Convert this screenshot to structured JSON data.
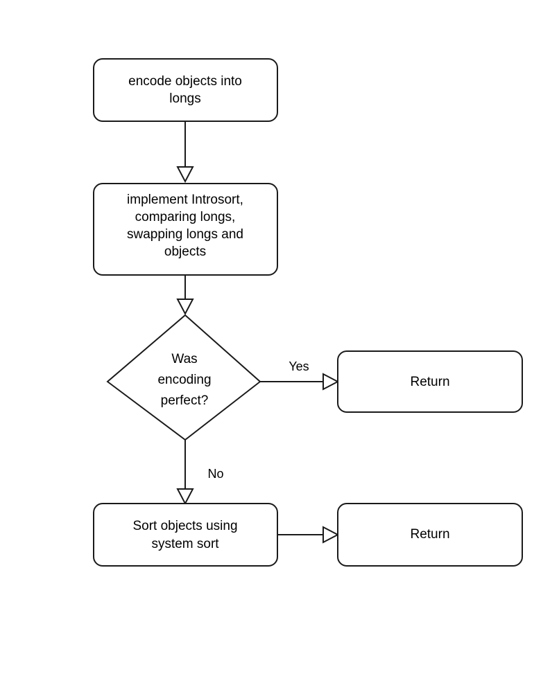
{
  "diagram": {
    "type": "flowchart",
    "background_color": "#ffffff",
    "stroke_color": "#1a1a1a",
    "text_color": "#000000",
    "nodes": [
      {
        "id": "encode",
        "shape": "rounded-rectangle",
        "lines": [
          "encode objects into",
          "longs"
        ]
      },
      {
        "id": "introsort",
        "shape": "rounded-rectangle",
        "lines": [
          "implement Introsort,",
          "comparing longs,",
          "swapping longs and",
          "objects"
        ]
      },
      {
        "id": "decision",
        "shape": "diamond",
        "lines": [
          "Was",
          "encoding",
          "perfect?"
        ]
      },
      {
        "id": "return-yes",
        "shape": "rounded-rectangle",
        "lines": [
          "Return"
        ]
      },
      {
        "id": "system-sort",
        "shape": "rounded-rectangle",
        "lines": [
          "Sort objects using",
          "system sort"
        ]
      },
      {
        "id": "return-no",
        "shape": "rounded-rectangle",
        "lines": [
          "Return"
        ]
      }
    ],
    "edges": [
      {
        "id": "e1",
        "from": "encode",
        "to": "introsort",
        "label": ""
      },
      {
        "id": "e2",
        "from": "introsort",
        "to": "decision",
        "label": ""
      },
      {
        "id": "e3",
        "from": "decision",
        "to": "return-yes",
        "label": "Yes"
      },
      {
        "id": "e4",
        "from": "decision",
        "to": "system-sort",
        "label": "No"
      },
      {
        "id": "e5",
        "from": "system-sort",
        "to": "return-no",
        "label": ""
      }
    ]
  }
}
